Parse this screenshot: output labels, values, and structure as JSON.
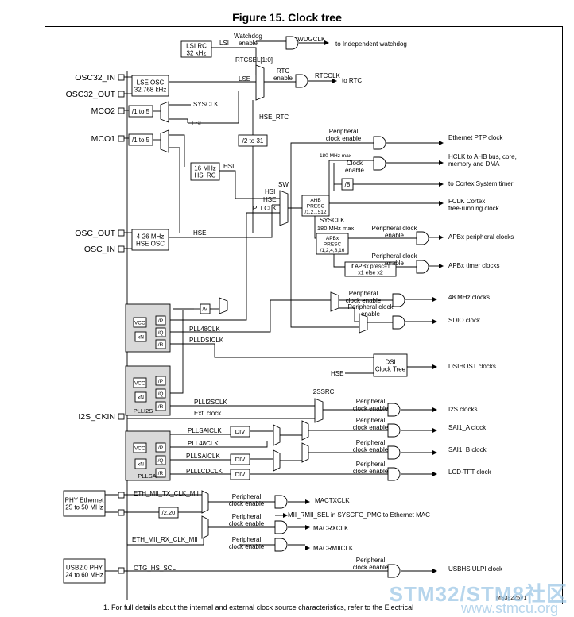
{
  "title": "Figure 15. Clock tree",
  "doc_id": "MS38225V1",
  "footnote": "1.    For full details about the internal and external clock source characteristics, refer to the Electrical",
  "watermark": "STM32/STM8社区",
  "watermark_sub": "www.stmcu.org",
  "pins": {
    "osc32_in": "OSC32_IN",
    "osc32_out": "OSC32_OUT",
    "mco2": "MCO2",
    "mco1": "MCO1",
    "osc_out": "OSC_OUT",
    "osc_in": "OSC_IN",
    "i2s_ckin": "I2S_CKIN"
  },
  "blocks": {
    "lsi_rc": [
      "LSI RC",
      "32 kHz"
    ],
    "lse_osc": [
      "LSE OSC",
      "32.768 kHz"
    ],
    "hsi_rc": [
      "16 MHz",
      "HSI RC"
    ],
    "hse_osc": [
      "4-26 MHz",
      "HSE OSC"
    ],
    "div_2_31": "/2 to 31",
    "mco2_div": "/1 to 5",
    "mco1_div": "/1 to 5",
    "ahb_presc": [
      "AHB",
      "PRESC",
      "/1,2,..512"
    ],
    "apbx_presc": [
      "APBx",
      "PRESC",
      "/1,2,4,8,16"
    ],
    "apbx_timer": [
      "if APBx presc=1",
      "x1 else x2"
    ],
    "div8": "/8",
    "div_m": "/M",
    "dsi": [
      "DSI",
      "Clock Tree"
    ],
    "phy_eth": [
      "PHY Ethernet",
      "25 to 50 MHz"
    ],
    "usb_phy": [
      "USB2.0 PHY",
      "24 to 60 MHz"
    ],
    "div_2_20": "/2,20",
    "div": "DIV",
    "vco": "VCO",
    "pll_p": "/P",
    "pll_q": "/Q",
    "pll_r": "/R",
    "xn": "xN",
    "pll_i2s": "PLLI2S",
    "pll_sai": "PLLSAI"
  },
  "signals": {
    "lsi": "LSI",
    "lse": "LSE",
    "lse2": "LSE",
    "hsi": "HSI",
    "hse": "HSE",
    "hse_rtc": "HSE_RTC",
    "rtcsel": "RTCSEL[1:0]",
    "sysclk": "SYSCLK",
    "sysclk2": "SYSCLK",
    "sw": "SW",
    "sw_hsi": "HSI",
    "sw_hse": "HSE",
    "pllclk": "PLLCLK",
    "ahb_max": "180 MHz max",
    "apb_max": "180 MHz max",
    "clock_enable": "Clock\nenable",
    "pll48clk": "PLL48CLK",
    "plldsiclk": "PLLDSICLK",
    "plli2sclk": "PLLI2SCLK",
    "ext_clock": "Ext. clock",
    "pllsaiclk": "PLLSAICLK",
    "pll48clk2": "PLL48CLK",
    "pllsaiclk2": "PLLSAICLK",
    "pllldcdclk": "PLLLCDCLK",
    "i2ssrc": "I2SSRC",
    "dsi_hse": "HSE",
    "eth_tx": "ETH_MII_TX_CLK_MII",
    "eth_rx": "ETH_MII_RX_CLK_MII",
    "mii_sel": "MII_RMII_SEL in SYSCFG_PMC to Ethernet MAC",
    "mactxclk": "MACTXCLK",
    "macrxclk": "MACRXCLK",
    "macrmiiclk": "MACRMIICLK",
    "otg_hs_scl": "OTG_HS_SCL"
  },
  "gates": {
    "iwdg": {
      "enable": "Watchdog\nenable",
      "out": "IWDGCLK",
      "dest": "to Independent watchdog"
    },
    "rtc": {
      "enable": "RTC\nenable",
      "out": "RTCCLK",
      "dest": "to RTC"
    }
  },
  "outputs": [
    {
      "enable": "Peripheral\nclock enable",
      "dest": "Ethernet PTP clock"
    },
    {
      "enable": "",
      "dest": "HCLK to AHB bus, core,\nmemory and DMA"
    },
    {
      "enable": "",
      "dest": "to Cortex System timer"
    },
    {
      "enable": "",
      "dest": "FCLK Cortex\nfree-running clock"
    },
    {
      "enable": "Peripheral clock\nenable",
      "dest": "APBx peripheral clocks"
    },
    {
      "enable": "Peripheral clock\nenable",
      "dest": "APBx timer clocks"
    },
    {
      "enable": "Peripheral\nclock enable",
      "dest": "48 MHz clocks"
    },
    {
      "enable": "Peripheral clock\nenable",
      "dest": "SDIO clock"
    },
    {
      "enable": "",
      "dest": "DSIHOST clocks"
    },
    {
      "enable": "Peripheral\nclock enable",
      "dest": "I2S clocks"
    },
    {
      "enable": "Peripheral\nclock enable",
      "dest": "SAI1_A clock"
    },
    {
      "enable": "Peripheral\nclock enable",
      "dest": "SAI1_B clock"
    },
    {
      "enable": "Peripheral\nclock enable",
      "dest": "LCD-TFT clock"
    },
    {
      "enable": "Peripheral\nclock enable",
      "dest": "USBHS ULPI clock"
    }
  ],
  "mac_enables": [
    "Peripheral\nclock enable",
    "Peripheral\nclock enable",
    "Peripheral\nclock enable"
  ]
}
